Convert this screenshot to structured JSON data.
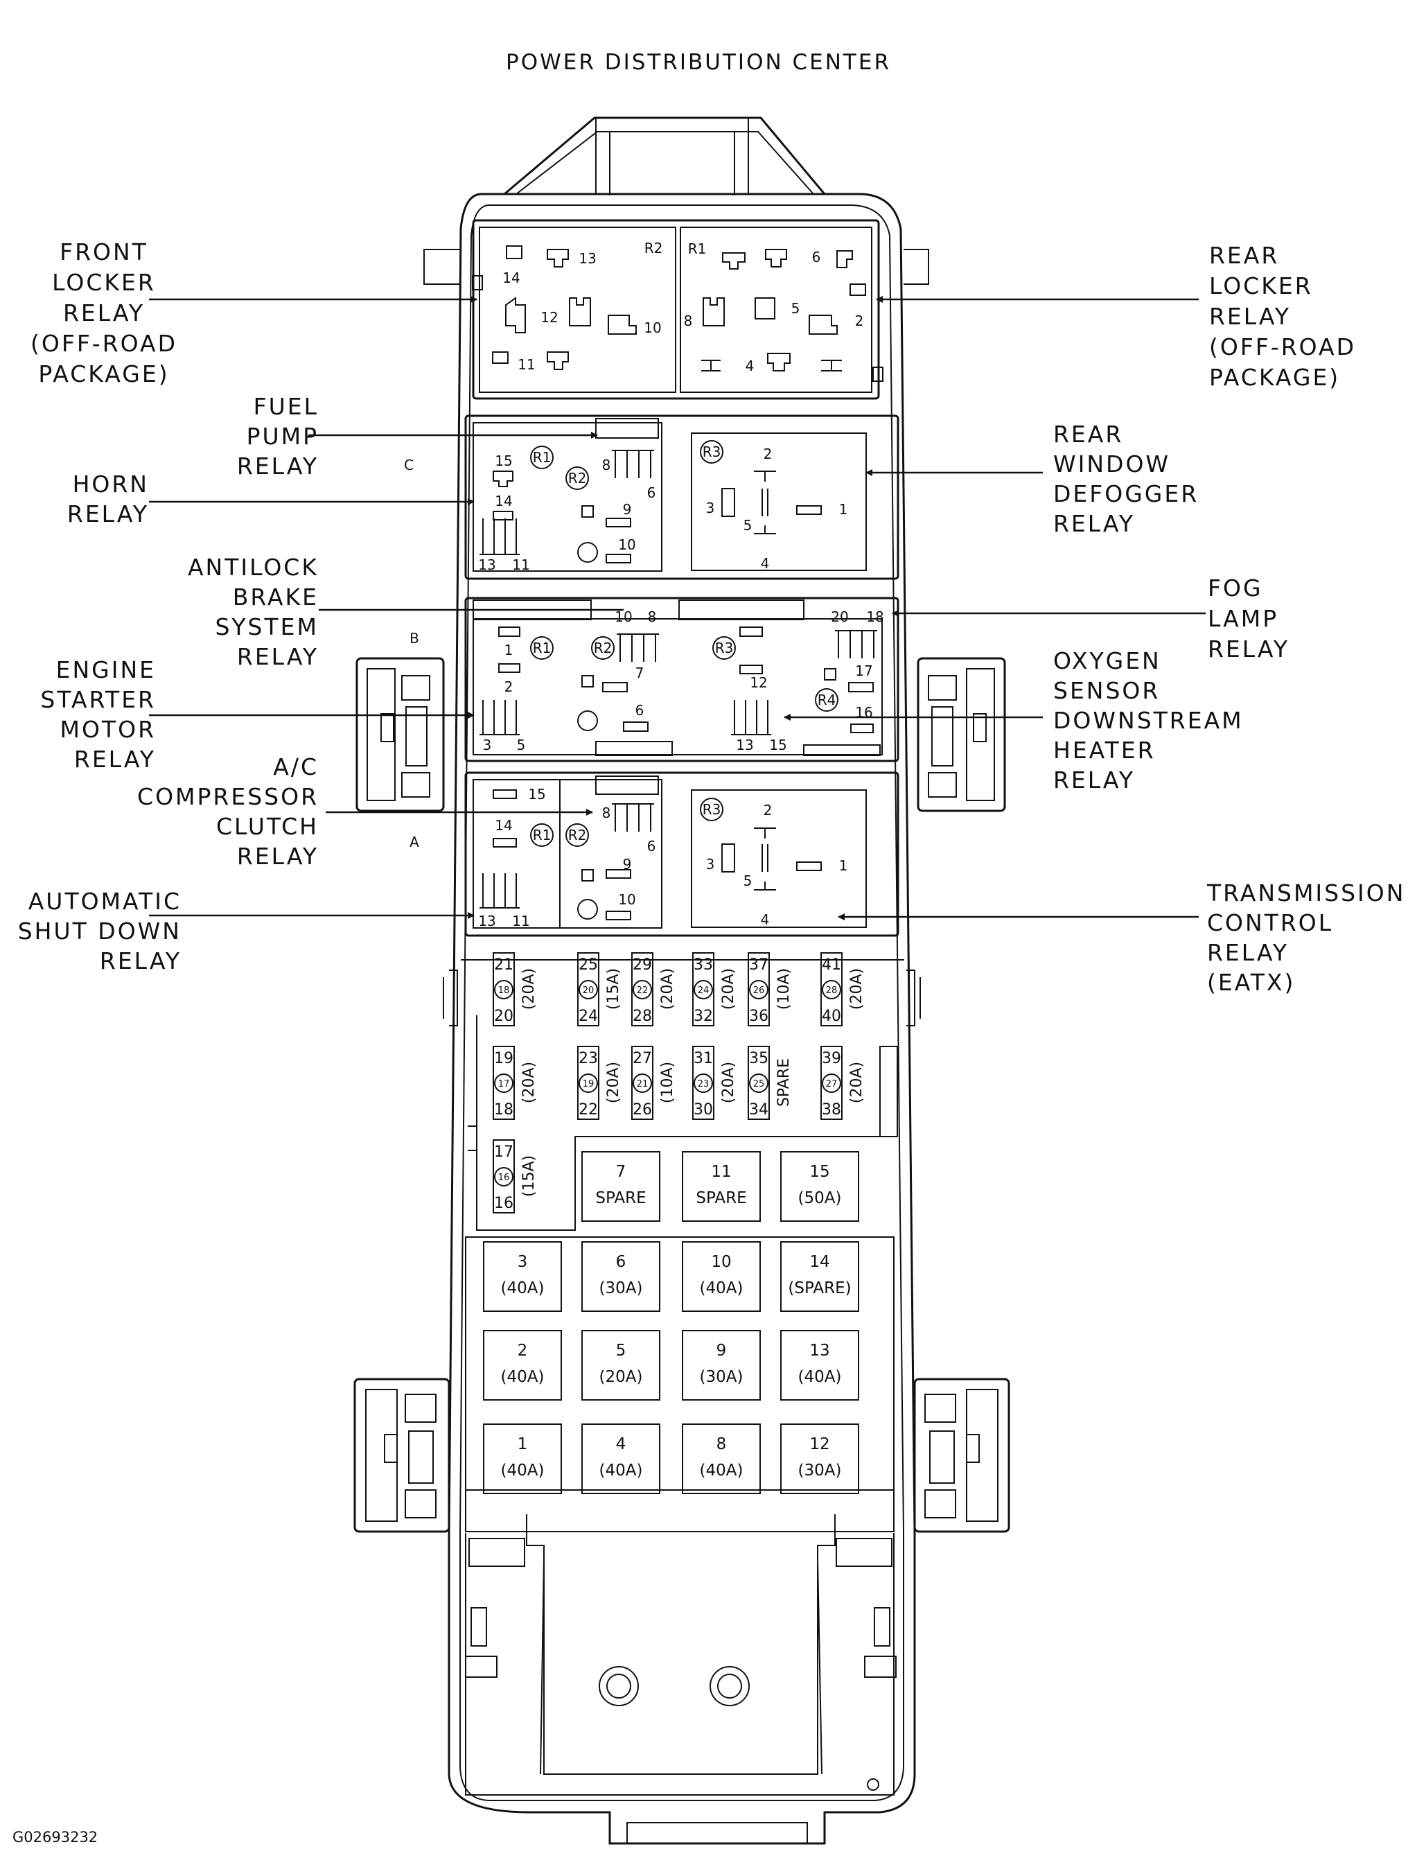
{
  "title": "POWER DISTRIBUTION CENTER",
  "figure_id": "G02693232",
  "section_letters": [
    "C",
    "B",
    "A"
  ],
  "callouts": [
    {
      "id": "front-locker",
      "lines": [
        "FRONT",
        "LOCKER",
        "RELAY",
        "(OFF-ROAD",
        "PACKAGE)"
      ]
    },
    {
      "id": "rear-locker",
      "lines": [
        "REAR",
        "LOCKER",
        "RELAY",
        "(OFF-ROAD",
        "PACKAGE)"
      ]
    },
    {
      "id": "fuel-pump",
      "lines": [
        "FUEL",
        "PUMP",
        "RELAY"
      ]
    },
    {
      "id": "horn",
      "lines": [
        "HORN",
        "RELAY"
      ]
    },
    {
      "id": "rear-window-defogger",
      "lines": [
        "REAR",
        "WINDOW",
        "DEFOGGER",
        "RELAY"
      ]
    },
    {
      "id": "antilock-brake",
      "lines": [
        "ANTILOCK",
        "BRAKE",
        "SYSTEM",
        "RELAY"
      ]
    },
    {
      "id": "fog-lamp",
      "lines": [
        "FOG",
        "LAMP",
        "RELAY"
      ]
    },
    {
      "id": "engine-starter",
      "lines": [
        "ENGINE",
        "STARTER",
        "MOTOR",
        "RELAY"
      ]
    },
    {
      "id": "oxygen-sensor",
      "lines": [
        "OXYGEN",
        "SENSOR",
        "DOWNSTREAM",
        "HEATER",
        "RELAY"
      ]
    },
    {
      "id": "ac-compressor",
      "lines": [
        "A/C",
        "COMPRESSOR",
        "CLUTCH",
        "RELAY"
      ]
    },
    {
      "id": "automatic-shutdown",
      "lines": [
        "AUTOMATIC",
        "SHUT DOWN",
        "RELAY"
      ]
    },
    {
      "id": "transmission-control",
      "lines": [
        "TRANSMISSION",
        "CONTROL",
        "RELAY",
        "(EATX)"
      ]
    }
  ],
  "relay_marks": {
    "top_left": [
      "R2",
      "14",
      "13",
      "12",
      "10",
      "11"
    ],
    "top_right": [
      "R1",
      "6",
      "8",
      "5",
      "2",
      "4"
    ],
    "c_left": [
      "R1",
      "15",
      "R2",
      "8",
      "6",
      "14",
      "9",
      "10",
      "13",
      "11"
    ],
    "c_right": [
      "R3",
      "2",
      "3",
      "1",
      "5",
      "4"
    ],
    "b_left": [
      "10",
      "8",
      "1",
      "R1",
      "R2",
      "2",
      "7",
      "6",
      "3",
      "5"
    ],
    "b_right": [
      "R3",
      "20",
      "18",
      "12",
      "17",
      "R4",
      "16",
      "13",
      "15"
    ],
    "a_left": [
      "15",
      "R2",
      "8",
      "14",
      "R1",
      "6",
      "9",
      "10",
      "13",
      "11"
    ],
    "a_right": [
      "R3",
      "2",
      "3",
      "1",
      "5",
      "4"
    ]
  },
  "mini_fuses": {
    "row1": [
      {
        "top": "21",
        "mid": "18",
        "bot": "20",
        "rating": "(20A)"
      },
      {
        "top": "25",
        "mid": "20",
        "bot": "24",
        "rating": "(15A)"
      },
      {
        "top": "29",
        "mid": "22",
        "bot": "28",
        "rating": "(20A)"
      },
      {
        "top": "33",
        "mid": "24",
        "bot": "32",
        "rating": "(20A)"
      },
      {
        "top": "37",
        "mid": "26",
        "bot": "36",
        "rating": "(10A)"
      },
      {
        "top": "41",
        "mid": "28",
        "bot": "40",
        "rating": "(20A)"
      }
    ],
    "row2": [
      {
        "top": "19",
        "mid": "17",
        "bot": "18",
        "rating": "(20A)"
      },
      {
        "top": "23",
        "mid": "19",
        "bot": "22",
        "rating": "(20A)"
      },
      {
        "top": "27",
        "mid": "21",
        "bot": "26",
        "rating": "(10A)"
      },
      {
        "top": "31",
        "mid": "23",
        "bot": "30",
        "rating": "(20A)"
      },
      {
        "top": "35",
        "mid": "25",
        "bot": "34",
        "rating": "SPARE"
      },
      {
        "top": "39",
        "mid": "27",
        "bot": "38",
        "rating": "(20A)"
      }
    ],
    "row3": [
      {
        "top": "17",
        "mid": "16",
        "bot": "16",
        "rating": "(15A)"
      }
    ]
  },
  "maxi_fuses": [
    [
      {
        "num": "7",
        "rating": "SPARE"
      },
      {
        "num": "11",
        "rating": "SPARE"
      },
      {
        "num": "15",
        "rating": "(50A)"
      }
    ],
    [
      {
        "num": "3",
        "rating": "(40A)"
      },
      {
        "num": "6",
        "rating": "(30A)"
      },
      {
        "num": "10",
        "rating": "(40A)"
      },
      {
        "num": "14",
        "rating": "(SPARE)"
      }
    ],
    [
      {
        "num": "2",
        "rating": "(40A)"
      },
      {
        "num": "5",
        "rating": "(20A)"
      },
      {
        "num": "9",
        "rating": "(30A)"
      },
      {
        "num": "13",
        "rating": "(40A)"
      }
    ],
    [
      {
        "num": "1",
        "rating": "(40A)"
      },
      {
        "num": "4",
        "rating": "(40A)"
      },
      {
        "num": "8",
        "rating": "(40A)"
      },
      {
        "num": "12",
        "rating": "(30A)"
      }
    ]
  ]
}
